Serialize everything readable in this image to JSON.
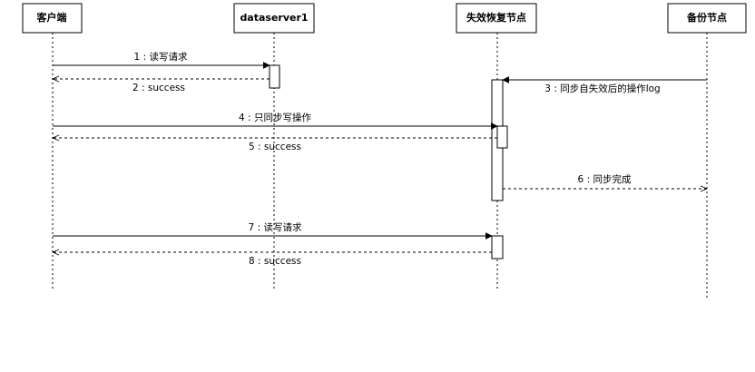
{
  "diagram": {
    "type": "sequence",
    "participants": [
      {
        "id": "client",
        "label": "客户端"
      },
      {
        "id": "dataserver1",
        "label": "dataserver1"
      },
      {
        "id": "failed",
        "label": "失效恢复节点"
      },
      {
        "id": "backup",
        "label": "备份节点"
      }
    ],
    "messages": [
      {
        "label": "1 : 读写请求",
        "from": "client",
        "to": "dataserver1",
        "kind": "sync"
      },
      {
        "label": "2 : success",
        "from": "dataserver1",
        "to": "client",
        "kind": "return"
      },
      {
        "label": "3 : 同步自失效后的操作log",
        "from": "backup",
        "to": "failed",
        "kind": "sync"
      },
      {
        "label": "4 : 只同步写操作",
        "from": "client",
        "to": "failed",
        "kind": "sync"
      },
      {
        "label": "5 : success",
        "from": "failed",
        "to": "client",
        "kind": "return"
      },
      {
        "label": "6 : 同步完成",
        "from": "failed",
        "to": "backup",
        "kind": "return"
      },
      {
        "label": "7 : 读写请求",
        "from": "client",
        "to": "failed",
        "kind": "sync"
      },
      {
        "label": "8 : success",
        "from": "failed",
        "to": "client",
        "kind": "return"
      }
    ]
  }
}
